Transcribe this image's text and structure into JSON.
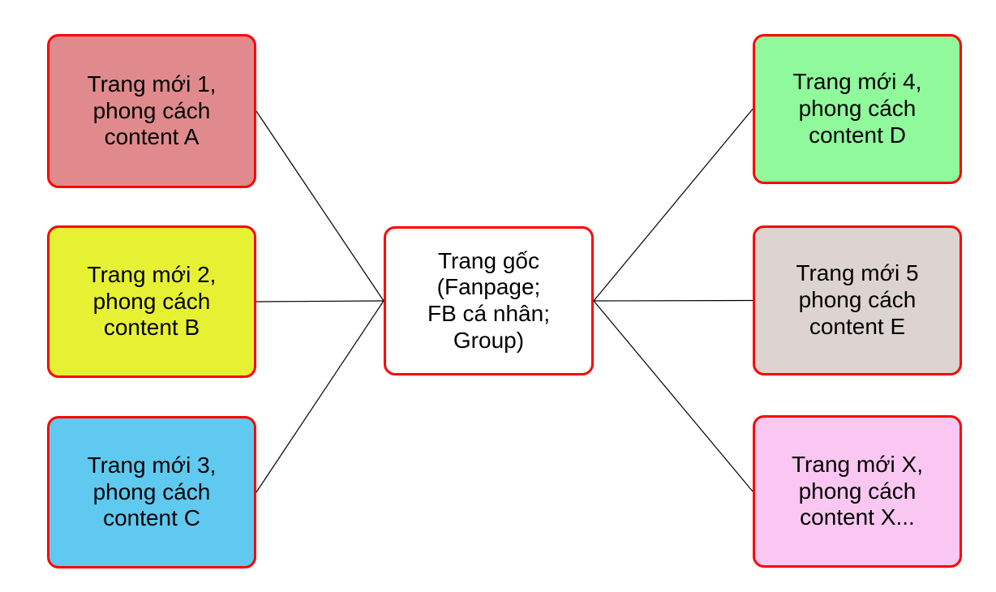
{
  "diagram": {
    "border_color": "#FF0000",
    "connector_color": "#000000",
    "text_color": "#000000",
    "background_color": "#FFFFFF",
    "center": {
      "id": "trang-goc",
      "label": "Trang gốc\n(Fanpage;\nFB cá nhân;\nGroup)",
      "fill": "#FFFFFF"
    },
    "nodes": [
      {
        "id": "trang-moi-1",
        "label": "Trang mới 1,\nphong cách\ncontent A",
        "fill": "#E08A8D"
      },
      {
        "id": "trang-moi-2",
        "label": "Trang mới 2,\nphong cách\ncontent B",
        "fill": "#E7F133"
      },
      {
        "id": "trang-moi-3",
        "label": "Trang mới 3,\nphong cách\ncontent C",
        "fill": "#5FC9EF"
      },
      {
        "id": "trang-moi-4",
        "label": "Trang mới 4,\nphong cách\ncontent D",
        "fill": "#8FF99B"
      },
      {
        "id": "trang-moi-5",
        "label": "Trang mới 5\nphong cách\ncontent E",
        "fill": "#DDD4D1"
      },
      {
        "id": "trang-moi-x",
        "label": "Trang mới X,\nphong cách\ncontent X...",
        "fill": "#F9C7F1"
      }
    ],
    "connections": [
      {
        "from": "trang-goc",
        "to": "trang-moi-1"
      },
      {
        "from": "trang-goc",
        "to": "trang-moi-2"
      },
      {
        "from": "trang-goc",
        "to": "trang-moi-3"
      },
      {
        "from": "trang-goc",
        "to": "trang-moi-4"
      },
      {
        "from": "trang-goc",
        "to": "trang-moi-5"
      },
      {
        "from": "trang-goc",
        "to": "trang-moi-x"
      }
    ]
  }
}
